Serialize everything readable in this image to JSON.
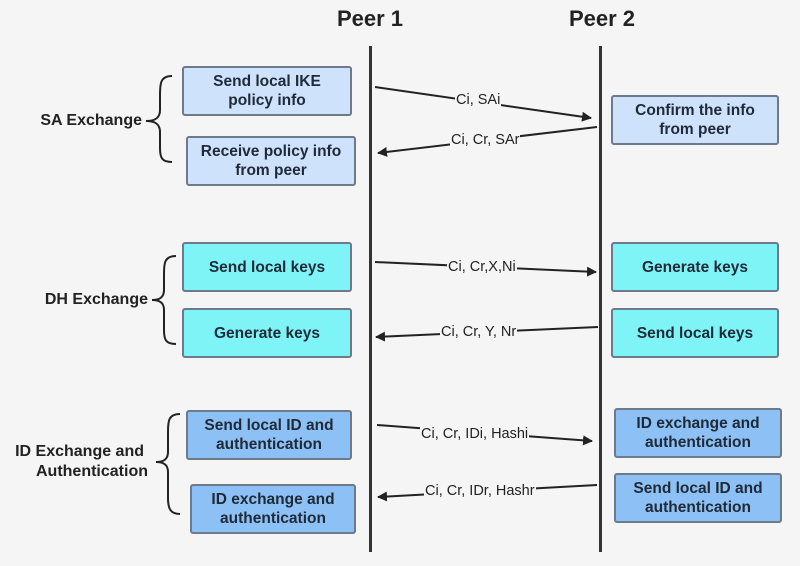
{
  "peers": {
    "peer1": "Peer 1",
    "peer2": "Peer 2"
  },
  "groups": {
    "sa": "SA Exchange",
    "dh": "DH Exchange",
    "id_line1": "ID Exchange and",
    "id_line2": "Authentication"
  },
  "sa": {
    "send_policy": "Send local IKE policy info",
    "receive_policy": "Receive policy info from peer",
    "confirm_info": "Confirm the info from peer",
    "msg1": "Ci, SAi",
    "msg2": "Ci, Cr, SAr"
  },
  "dh": {
    "send_keys_left": "Send local keys",
    "generate_keys_left": "Generate keys",
    "generate_keys_right": "Generate keys",
    "send_keys_right": "Send local keys",
    "msg1": "Ci, Cr,X,Ni",
    "msg2": "Ci, Cr, Y, Nr"
  },
  "id": {
    "send_id_left": "Send local ID and authentication",
    "exchange_left": "ID exchange and authentication",
    "exchange_right": "ID exchange and authentication",
    "send_id_right": "Send local ID and authentication",
    "msg1": "Ci, Cr, IDi, Hashi",
    "msg2": "Ci, Cr, IDr, Hashr"
  }
}
